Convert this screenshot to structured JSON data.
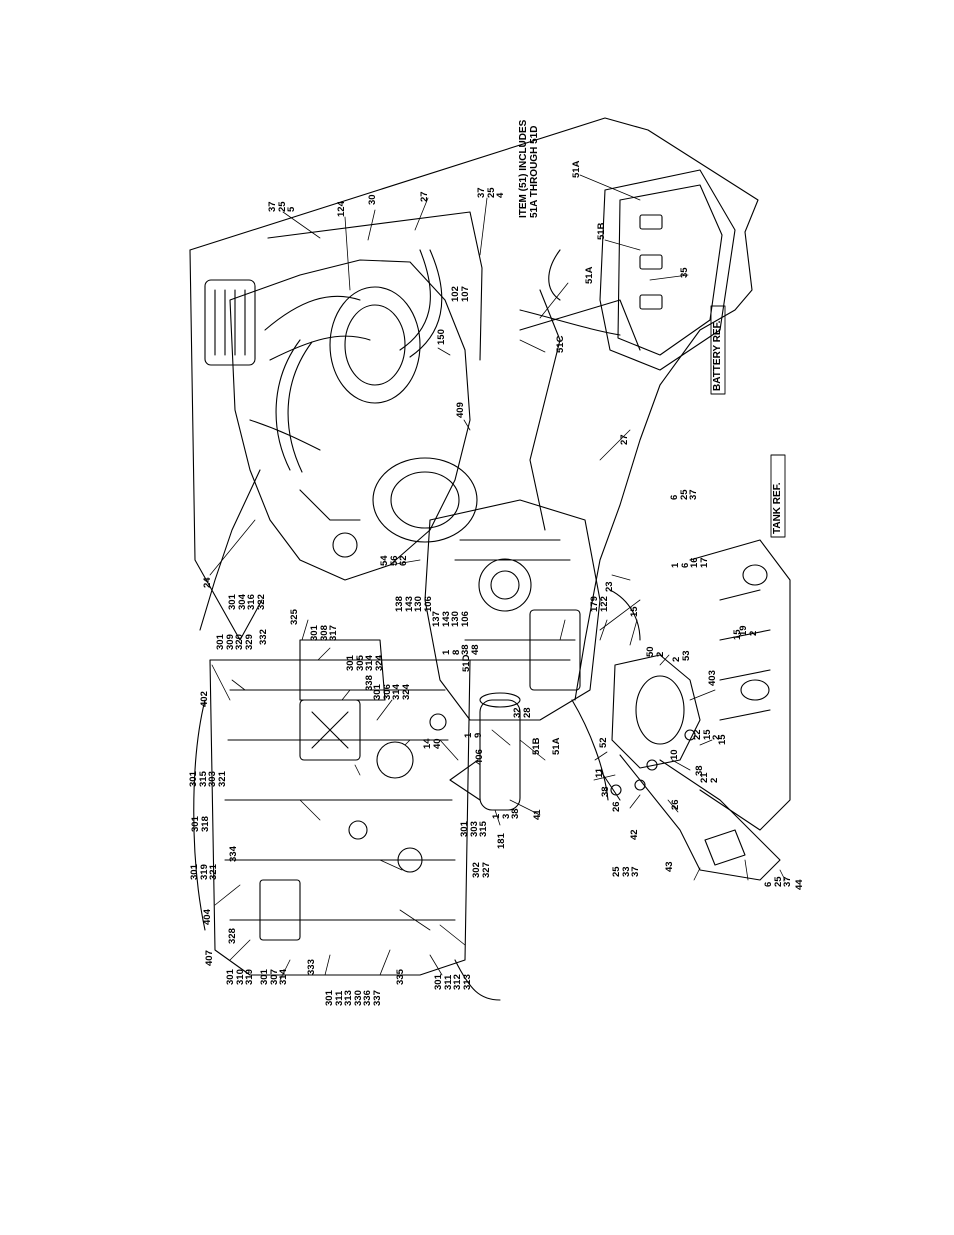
{
  "diagram": {
    "note_lines": [
      "ITEM (51) INCLUDES",
      "51A THROUGH 51D"
    ],
    "reference_labels": {
      "battery": "BATTERY REF.",
      "tank": "TANK REF."
    },
    "callouts": [
      {
        "id": "c01",
        "lines": [
          "37",
          "25",
          "5"
        ]
      },
      {
        "id": "c02",
        "lines": [
          "124"
        ]
      },
      {
        "id": "c03",
        "lines": [
          "30"
        ]
      },
      {
        "id": "c04",
        "lines": [
          "27"
        ]
      },
      {
        "id": "c05",
        "lines": [
          "37",
          "25",
          "4"
        ]
      },
      {
        "id": "c06",
        "lines": [
          "51A"
        ]
      },
      {
        "id": "c07",
        "lines": [
          "51A"
        ]
      },
      {
        "id": "c08",
        "lines": [
          "51B"
        ]
      },
      {
        "id": "c09",
        "lines": [
          "35"
        ]
      },
      {
        "id": "c10",
        "lines": [
          "102",
          "107"
        ]
      },
      {
        "id": "c11",
        "lines": [
          "150"
        ]
      },
      {
        "id": "c12",
        "lines": [
          "51C"
        ]
      },
      {
        "id": "c13",
        "lines": [
          "409"
        ]
      },
      {
        "id": "c14",
        "lines": [
          "27"
        ]
      },
      {
        "id": "c15",
        "lines": [
          "6",
          "25",
          "37"
        ]
      },
      {
        "id": "c16",
        "lines": [
          "24"
        ]
      },
      {
        "id": "c17",
        "lines": [
          "54",
          "56",
          "62"
        ]
      },
      {
        "id": "c18",
        "lines": [
          "1",
          "6",
          "16",
          "17"
        ]
      },
      {
        "id": "c19",
        "lines": [
          "23"
        ]
      },
      {
        "id": "c20",
        "lines": [
          "179",
          "122"
        ]
      },
      {
        "id": "c21",
        "lines": [
          "15"
        ]
      },
      {
        "id": "c22",
        "lines": [
          "15"
        ]
      },
      {
        "id": "c23",
        "lines": [
          "19",
          "2"
        ]
      },
      {
        "id": "c24",
        "lines": [
          "50",
          "2"
        ]
      },
      {
        "id": "c25",
        "lines": [
          "2"
        ]
      },
      {
        "id": "c26",
        "lines": [
          "53"
        ]
      },
      {
        "id": "c27",
        "lines": [
          "403"
        ]
      },
      {
        "id": "c28",
        "lines": [
          "22",
          "15",
          "2"
        ]
      },
      {
        "id": "c29",
        "lines": [
          "15"
        ]
      },
      {
        "id": "c30",
        "lines": [
          "21",
          "2"
        ]
      },
      {
        "id": "c31",
        "lines": [
          "10"
        ]
      },
      {
        "id": "c32",
        "lines": [
          "38"
        ]
      },
      {
        "id": "c33",
        "lines": [
          "52"
        ]
      },
      {
        "id": "c34",
        "lines": [
          "11"
        ]
      },
      {
        "id": "c35",
        "lines": [
          "38"
        ]
      },
      {
        "id": "c36",
        "lines": [
          "26"
        ]
      },
      {
        "id": "c37",
        "lines": [
          "26"
        ]
      },
      {
        "id": "c38",
        "lines": [
          "42"
        ]
      },
      {
        "id": "c39",
        "lines": [
          "43"
        ]
      },
      {
        "id": "c40",
        "lines": [
          "25",
          "33",
          "37"
        ]
      },
      {
        "id": "c41",
        "lines": [
          "6",
          "25",
          "37"
        ]
      },
      {
        "id": "c42",
        "lines": [
          "44"
        ]
      },
      {
        "id": "c43",
        "lines": [
          "301",
          "304",
          "316",
          "322"
        ]
      },
      {
        "id": "c44",
        "lines": [
          "325"
        ]
      },
      {
        "id": "c45",
        "lines": [
          "301",
          "308",
          "317"
        ]
      },
      {
        "id": "c46",
        "lines": [
          "138",
          "143",
          "130",
          "106"
        ]
      },
      {
        "id": "c47",
        "lines": [
          "137",
          "143",
          "130",
          "106"
        ]
      },
      {
        "id": "c48",
        "lines": [
          "1",
          "8",
          "38",
          "48"
        ]
      },
      {
        "id": "c49",
        "lines": [
          "51D"
        ]
      },
      {
        "id": "c50",
        "lines": [
          "32",
          "28"
        ]
      },
      {
        "id": "c51",
        "lines": [
          "51B"
        ]
      },
      {
        "id": "c52",
        "lines": [
          "51A"
        ]
      },
      {
        "id": "c53",
        "lines": [
          "301",
          "309",
          "320",
          "329"
        ]
      },
      {
        "id": "c54",
        "lines": [
          "332"
        ]
      },
      {
        "id": "c55",
        "lines": [
          "301",
          "305",
          "314",
          "324"
        ]
      },
      {
        "id": "c56",
        "lines": [
          "338"
        ]
      },
      {
        "id": "c57",
        "lines": [
          "301",
          "306",
          "314",
          "324"
        ]
      },
      {
        "id": "c58",
        "lines": [
          "402"
        ]
      },
      {
        "id": "c59",
        "lines": [
          "1",
          "9"
        ]
      },
      {
        "id": "c60",
        "lines": [
          "14",
          "40"
        ]
      },
      {
        "id": "c61",
        "lines": [
          "406"
        ]
      },
      {
        "id": "c62",
        "lines": [
          "1",
          "3",
          "38"
        ]
      },
      {
        "id": "c63",
        "lines": [
          "41"
        ]
      },
      {
        "id": "c64",
        "lines": [
          "301",
          "315",
          "303",
          "321"
        ]
      },
      {
        "id": "c65",
        "lines": [
          "301",
          "318"
        ]
      },
      {
        "id": "c66",
        "lines": [
          "301",
          "303",
          "315"
        ]
      },
      {
        "id": "c67",
        "lines": [
          "181"
        ]
      },
      {
        "id": "c68",
        "lines": [
          "334"
        ]
      },
      {
        "id": "c69",
        "lines": [
          "302",
          "327"
        ]
      },
      {
        "id": "c70",
        "lines": [
          "301",
          "319",
          "321"
        ]
      },
      {
        "id": "c71",
        "lines": [
          "404"
        ]
      },
      {
        "id": "c72",
        "lines": [
          "328"
        ]
      },
      {
        "id": "c73",
        "lines": [
          "407"
        ]
      },
      {
        "id": "c74",
        "lines": [
          "301",
          "310",
          "319"
        ]
      },
      {
        "id": "c75",
        "lines": [
          "301",
          "307",
          "314"
        ]
      },
      {
        "id": "c76",
        "lines": [
          "333"
        ]
      },
      {
        "id": "c77",
        "lines": [
          "301",
          "311",
          "313",
          "330",
          "336",
          "337"
        ]
      },
      {
        "id": "c78",
        "lines": [
          "335"
        ]
      },
      {
        "id": "c79",
        "lines": [
          "301",
          "311",
          "312",
          "313"
        ]
      }
    ]
  }
}
